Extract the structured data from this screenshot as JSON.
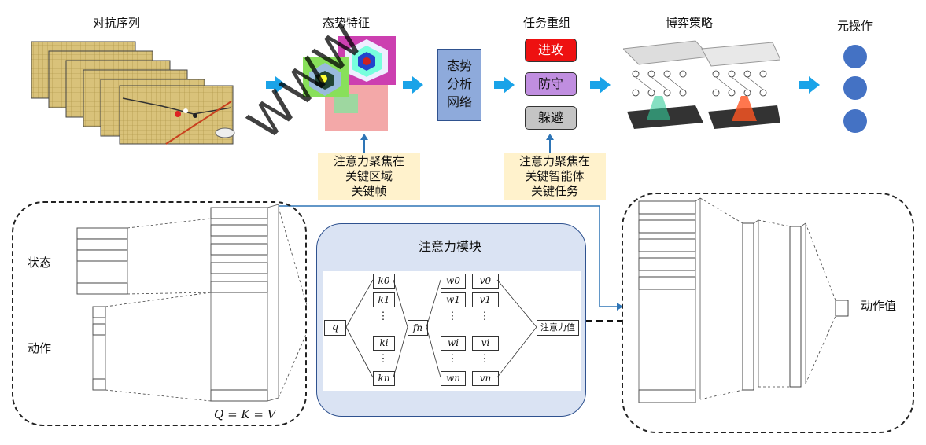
{
  "top": {
    "stages": [
      {
        "title": "对抗序列"
      },
      {
        "title": "态势特征"
      },
      {
        "title": "任务重组"
      },
      {
        "title": "博弈策略"
      },
      {
        "title": "元操作"
      }
    ],
    "network_box": "态势\n分析\n网络",
    "tasks": [
      {
        "label": "进攻",
        "color": "#ee1111"
      },
      {
        "label": "防守",
        "color": "#c08ee0"
      },
      {
        "label": "躲避",
        "color": "#c4c4c4"
      }
    ],
    "note_left": [
      "注意力聚焦在",
      "关键区域",
      "关键帧"
    ],
    "note_right": [
      "注意力聚焦在",
      "关键智能体",
      "关键任务"
    ],
    "arrow_color": "#1aa3e8",
    "circle_color": "#4472c4",
    "watermark": "WWW"
  },
  "bottom": {
    "left_panel": {
      "state_label": "状态",
      "action_label": "动作",
      "qkv_label": "Q = K = V"
    },
    "attention_module": {
      "title": "注意力模块",
      "q": "q",
      "keys": [
        "k0",
        "k1",
        "⋮",
        "ki",
        "⋮",
        "kn"
      ],
      "fn": "fn",
      "weights": [
        "w0",
        "w1",
        "⋮",
        "wi",
        "⋮",
        "wn"
      ],
      "values": [
        "v0",
        "v1",
        "⋮",
        "vi",
        "⋮",
        "vn"
      ],
      "output": "注意力值",
      "panel_color": "#dae3f3"
    },
    "right_panel": {
      "output_label": "动作值"
    }
  }
}
